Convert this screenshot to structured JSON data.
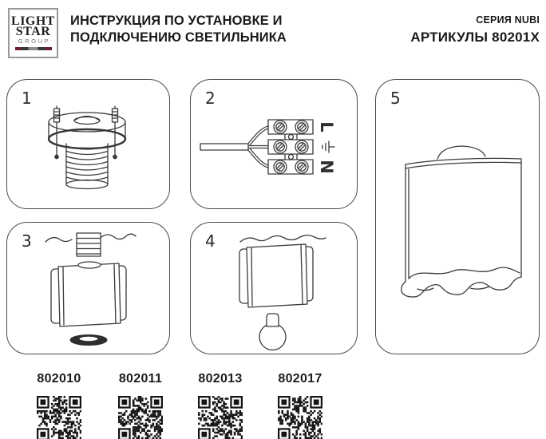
{
  "header": {
    "logo": {
      "line1": "LIGHT",
      "line2": "STAR",
      "line3": "GROUP",
      "stripe_colors": [
        "#6e1f2e",
        "#383838",
        "#8c8c8c"
      ]
    },
    "title_line1": "ИНСТРУКЦИЯ ПО УСТАНОВКЕ И",
    "title_line2": "ПОДКЛЮЧЕНИЮ СВЕТИЛЬНИКА",
    "series": "СЕРИЯ NUBI",
    "articles": "АРТИКУЛЫ 80201X"
  },
  "steps": [
    {
      "number": "1",
      "illustration": "ceiling-mount-base-with-anchors-and-screws"
    },
    {
      "number": "2",
      "illustration": "terminal-block-wiring",
      "labels": {
        "line": "L",
        "earth_icon": "earth-ground-symbol",
        "neutral": "N"
      }
    },
    {
      "number": "3",
      "illustration": "fixture-body-aligned-to-threaded-stub-and-ring"
    },
    {
      "number": "4",
      "illustration": "fixture-body-mounted-with-bulb"
    },
    {
      "number": "5",
      "illustration": "assembled-nubi-cloud-shade"
    }
  ],
  "products": [
    {
      "article": "802010",
      "qr": "qr-code-802010"
    },
    {
      "article": "802011",
      "qr": "qr-code-802011"
    },
    {
      "article": "802013",
      "qr": "qr-code-802013"
    },
    {
      "article": "802017",
      "qr": "qr-code-802017"
    }
  ],
  "colors": {
    "line_art": "#3a3a3a",
    "panel_border": "#4a4a4a",
    "text": "#1a1a1a",
    "logo_red": "#6e1f2e"
  }
}
